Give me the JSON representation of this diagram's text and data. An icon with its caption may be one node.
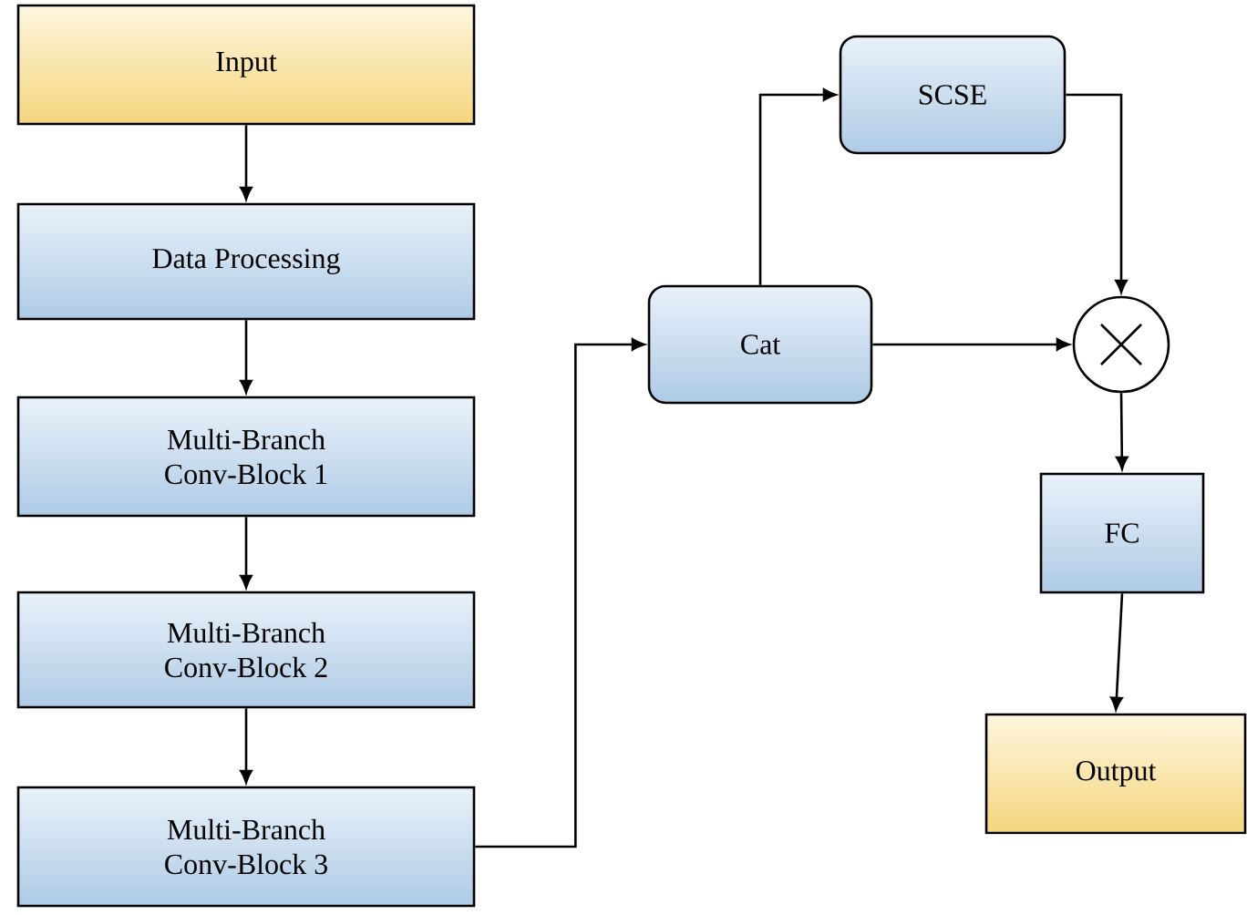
{
  "diagram": {
    "nodes": [
      {
        "text": [
          "Input"
        ]
      },
      {
        "text": [
          "Data Processing"
        ]
      },
      {
        "text": [
          "Multi-Branch Conv-Block 1"
        ]
      },
      {
        "text": [
          "Multi-Branch Conv-Block 2"
        ]
      },
      {
        "text": [
          "Multi-Branch Conv-Block 3"
        ]
      },
      {
        "text": [
          "Cat"
        ]
      },
      {
        "text": [
          "SCSE"
        ]
      },
      {
        "text": [],
        "shape": "circle"
      },
      {
        "text": [
          "FC"
        ]
      },
      {
        "text": [
          "Output"
        ]
      }
    ],
    "edges": [
      {
        "from": 0,
        "to": 1,
        "arrow": "to"
      },
      {
        "from": 1,
        "to": 2,
        "arrow": "to"
      },
      {
        "from": 2,
        "to": 3,
        "arrow": "to"
      },
      {
        "from": 3,
        "to": 4,
        "arrow": "to"
      },
      {
        "from": 4,
        "to": 5,
        "arrow": "to"
      },
      {
        "from": 5,
        "to": 6,
        "arrow": "to"
      },
      {
        "from": 5,
        "to": 7,
        "arrow": "to"
      },
      {
        "from": 6,
        "to": 7,
        "arrow": "to"
      },
      {
        "from": 7,
        "to": 8,
        "arrow": "to"
      },
      {
        "from": 8,
        "to": 9,
        "arrow": "to"
      }
    ]
  }
}
